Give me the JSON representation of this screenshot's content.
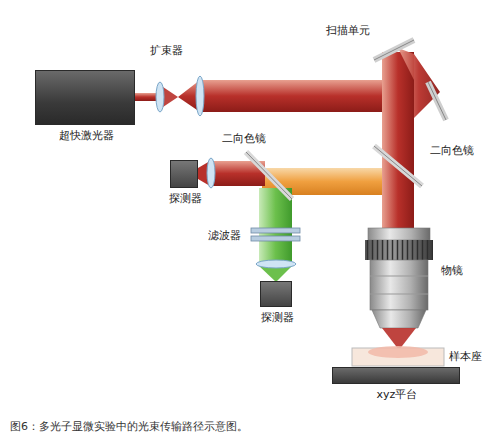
{
  "diagram": {
    "caption": "图6：多光子显微实验中的光束传输路径示意图。",
    "nodes": [
      {
        "text": [
          "超快激光器"
        ]
      },
      {
        "text": [
          "探测器"
        ]
      },
      {
        "text": [
          "探测器"
        ]
      },
      {
        "text": [
          "xyz平台"
        ]
      }
    ],
    "labels": [
      "扩束器",
      "扫描单元",
      "二向色镜",
      "二向色镜",
      "滤波器",
      "物镜",
      "样本座"
    ]
  }
}
